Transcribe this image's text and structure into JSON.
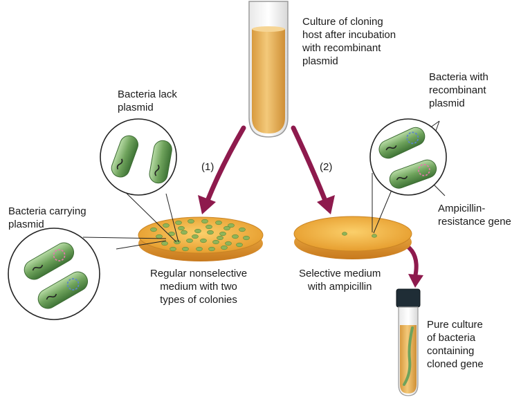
{
  "labels": {
    "culture_top": [
      "Culture of cloning",
      "host after incubation",
      "with recombinant",
      "plasmid"
    ],
    "bacteria_lack": [
      "Bacteria lack",
      "plasmid"
    ],
    "bacteria_carrying": [
      "Bacteria carrying",
      "plasmid"
    ],
    "bacteria_recombinant": [
      "Bacteria with",
      "recombinant",
      "plasmid"
    ],
    "ampicillin_gene": [
      "Ampicillin-",
      "resistance gene"
    ],
    "regular_medium": [
      "Regular nonselective",
      "medium with two",
      "types of colonies"
    ],
    "selective_medium": [
      "Selective medium",
      "with ampicillin"
    ],
    "pure_culture": [
      "Pure culture",
      "of bacteria",
      "containing",
      "cloned gene"
    ],
    "step1": "(1)",
    "step2": "(2)"
  },
  "colors": {
    "arrow": "#8e1a4d",
    "bacteria_green": "#6fa35c",
    "plate_orange": "#f0a93a",
    "colony": "#8fb45a",
    "tube_fill": "#e9b35a",
    "plasmid_pink": "#e07aa8",
    "plasmid_blue": "#5b86c9"
  }
}
